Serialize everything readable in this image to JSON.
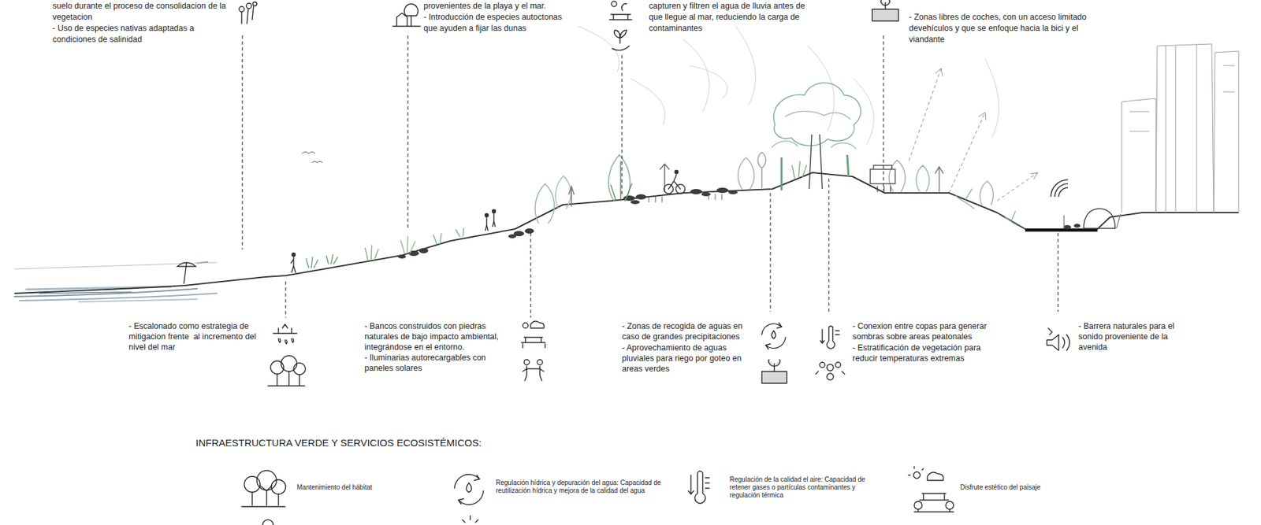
{
  "diagram": {
    "labels": [
      "suelo durante el proceso de consolidacion de la vegetacion",
      "- Uso de especies nativas adaptadas a condiciones de salinidad",
      "provenientes de la playa y el mar.",
      "- Introducción de especies autoctonas que ayuden a fijar las dunas",
      "capturen y filtren el agua de lluvia antes de que llegue al mar, reduciendo la carga de contaminantes",
      "- Zonas libres de coches, con un acceso limitado devehículos y que se enfoque hacia la bici y el viandante",
      "- Escalonado como estrategia de mitigacion frente  al incremento del nivel del mar",
      "- Bancos construidos con piedras naturales de bajo impacto ambiental, integrándose en el entorno.",
      "- Iluminarias autorecargables con paneles solares",
      "- Zonas de recogida de aguas en caso de grandes precipitaciones",
      "- Aprovechamiento de aguas pluviales para riego por goteo en areas verdes",
      "- Conexion entre copas para generar sombras sobre areas peatonales",
      "- Estratificación de vegetación para reducir temperaturas extremas",
      "- Barrera naturales para el sonido proveniente de la avenida",
      "INFRAESTRUCTURA VERDE Y SERVICIOS ECOSISTÉMICOS:"
    ],
    "legend": [
      {
        "text": "Mantenimiento del hábitat"
      },
      {
        "text": "Regulación hídrica y depuración del agua: Capacidad de reutilización hídrica y mejora de la calidad del agua"
      },
      {
        "text": "Regulación de la calidad el aire: Capacidad de retener gases o partículas contaminantes y regulación térmica"
      },
      {
        "text": "Disfrute estético del paisaje"
      }
    ]
  }
}
